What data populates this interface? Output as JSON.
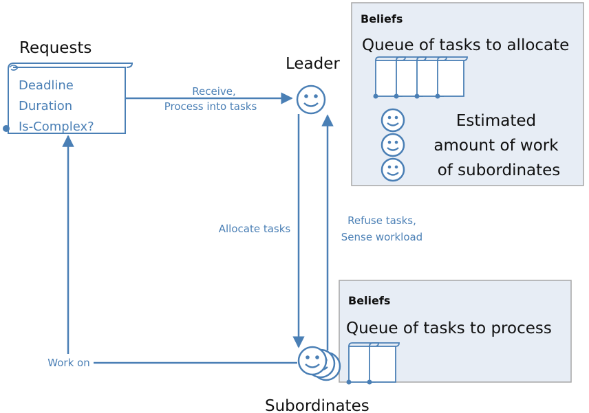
{
  "requests": {
    "title": "Requests",
    "fields": [
      "Deadline",
      "Duration",
      "Is-Complex?"
    ]
  },
  "leader": {
    "label": "Leader"
  },
  "subordinates": {
    "label": "Subordinates"
  },
  "edges": {
    "receive_line1": "Receive,",
    "receive_line2": "Process into tasks",
    "allocate": "Allocate tasks",
    "refuse_line1": "Refuse tasks,",
    "refuse_line2": "Sense workload",
    "work_on": "Work on"
  },
  "leader_beliefs": {
    "heading": "Beliefs",
    "queue_label": "Queue of tasks to allocate",
    "estimate_line1": "Estimated",
    "estimate_line2": "amount of work",
    "estimate_line3": "of subordinates"
  },
  "subordinate_beliefs": {
    "heading": "Beliefs",
    "queue_label": "Queue of tasks to process"
  },
  "colors": {
    "accent": "#4a7fb5",
    "panel_fill": "#e7edf5",
    "panel_stroke": "#a6a6a6",
    "text": "#111111"
  }
}
